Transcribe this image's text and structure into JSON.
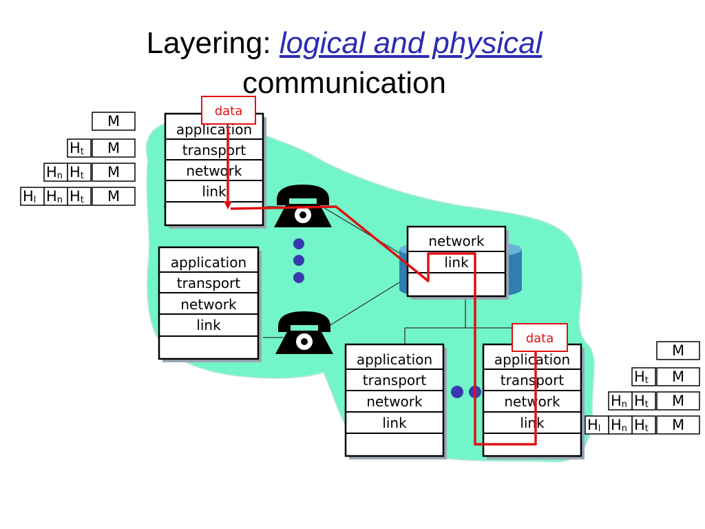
{
  "title": {
    "prefix": "Layering: ",
    "emphasis": "logical and physical",
    "line2": "communication"
  },
  "colors": {
    "cloud": "#72f5c8",
    "red_path": "#e01010",
    "dots": "#3a3ab0",
    "title_emphasis": "#2b2bb3"
  },
  "stacks": {
    "host_top": [
      "application",
      "transport",
      "network",
      "link"
    ],
    "host_left": [
      "application",
      "transport",
      "network",
      "link"
    ],
    "router": [
      "network",
      "link"
    ],
    "host_bottom_left": [
      "application",
      "transport",
      "network",
      "link"
    ],
    "host_bottom_right": [
      "application",
      "transport",
      "network",
      "link"
    ]
  },
  "data_labels": {
    "top": "data",
    "bottom": "data"
  },
  "message_encapsulation": {
    "message": "M",
    "transport_header": "Ht",
    "network_header": "Hn",
    "link_header": "Hl"
  },
  "icons": {
    "phones": [
      "telephone-icon",
      "telephone-icon"
    ],
    "ellipsis_dots": [
      "ellipsis-dot",
      "ellipsis-dot",
      "ellipsis-dot",
      "ellipsis-dot",
      "ellipsis-dot"
    ]
  }
}
